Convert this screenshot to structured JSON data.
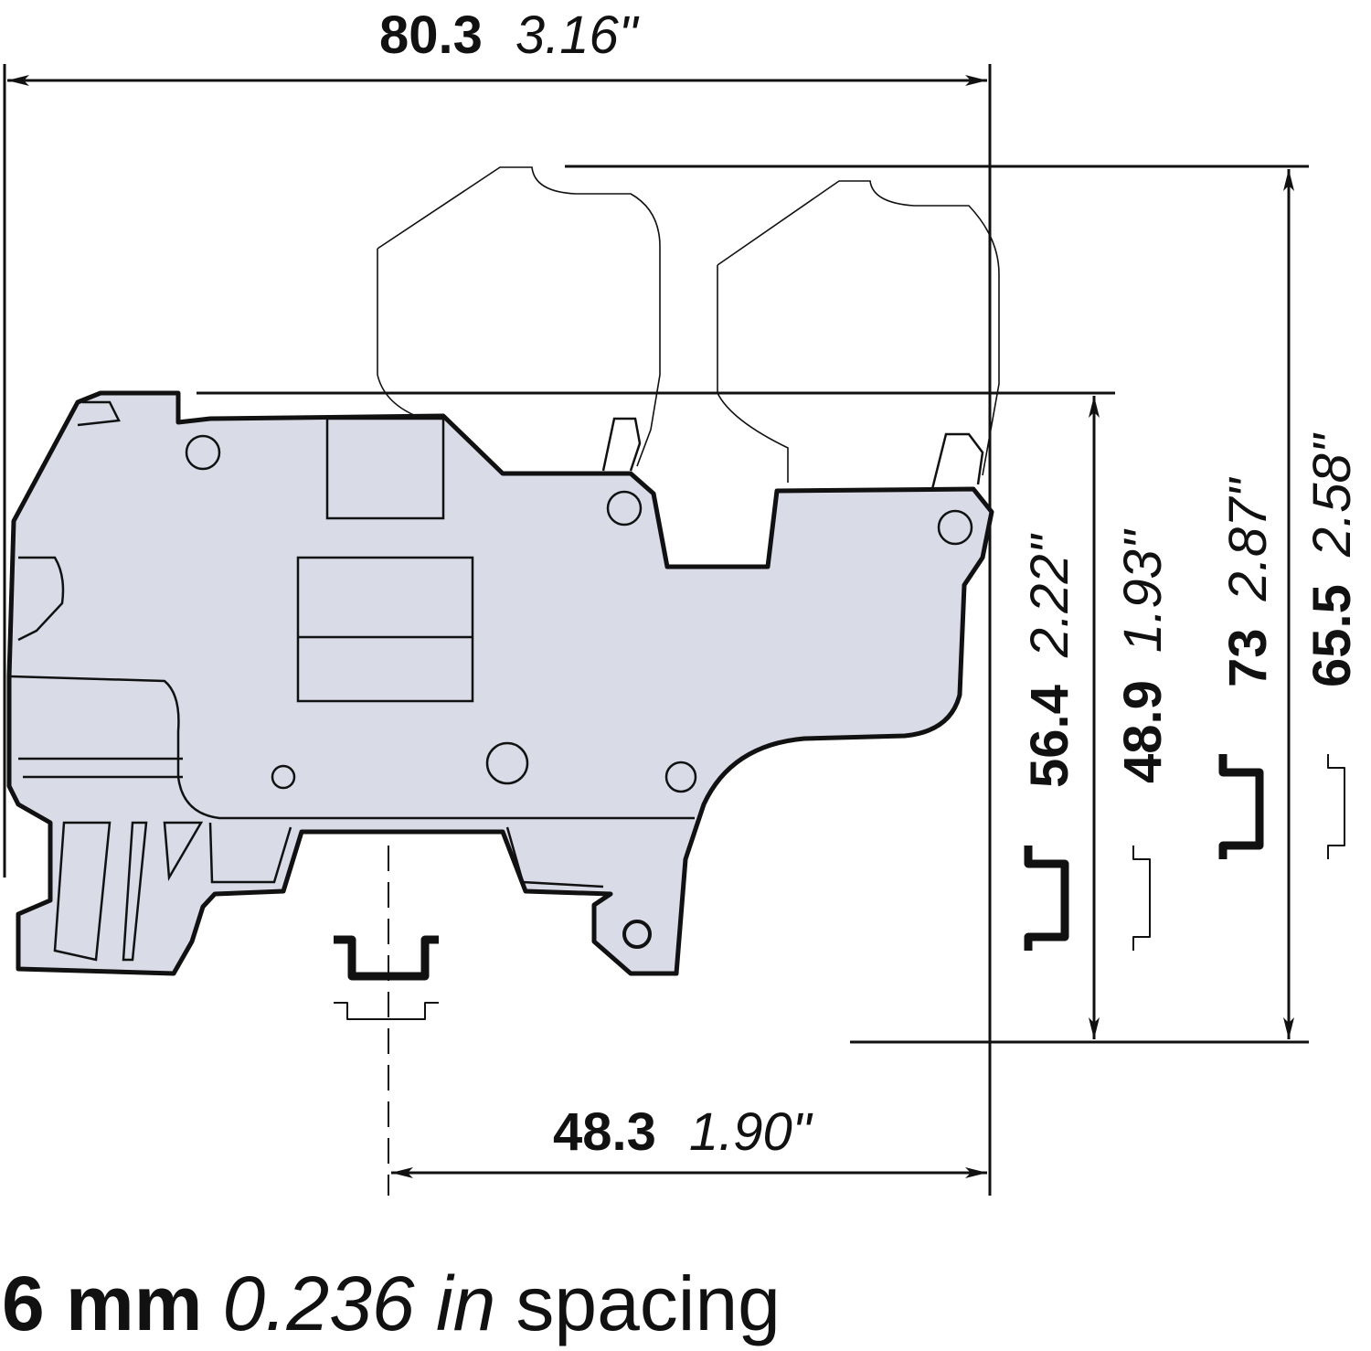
{
  "colors": {
    "body_fill": "#d9dbe6",
    "line": "#111111"
  },
  "dimensions": {
    "overall_width": {
      "mm": "80.3",
      "in": "3.16\""
    },
    "rail_to_edge": {
      "mm": "48.3",
      "in": "1.90\""
    },
    "height_rail_a": {
      "mm": "56.4",
      "in": "2.22\""
    },
    "height_rail_b": {
      "mm": "48.9",
      "in": "1.93\""
    },
    "height_fuse_rail_a": {
      "mm": "73",
      "in": "2.87\""
    },
    "height_fuse_rail_b": {
      "mm": "65.5",
      "in": "2.58\""
    }
  },
  "footer": {
    "mm": "6 mm",
    "in": "0.236 in",
    "label": "spacing"
  }
}
